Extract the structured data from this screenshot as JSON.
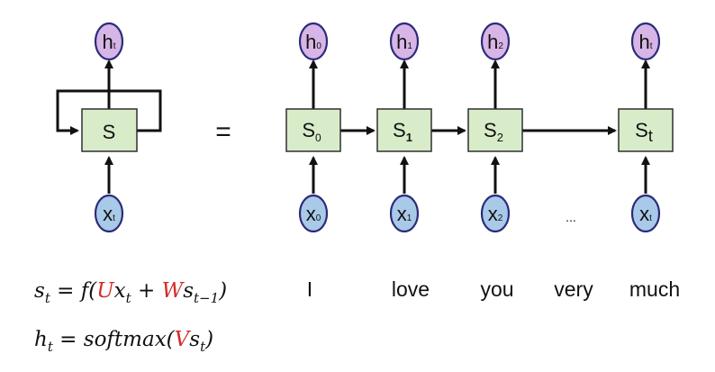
{
  "folded": {
    "output": {
      "main": "h",
      "sub": "t"
    },
    "state": {
      "main": "S",
      "sub": ""
    },
    "input": {
      "main": "x",
      "sub": "t"
    }
  },
  "equals": "=",
  "unrolled": [
    {
      "output": {
        "main": "h",
        "sub": "0"
      },
      "state": {
        "main": "S",
        "sub": "0"
      },
      "input": {
        "main": "x",
        "sub": "0"
      },
      "word": "I"
    },
    {
      "output": {
        "main": "h",
        "sub": "1"
      },
      "state": {
        "main": "S",
        "sub": "1"
      },
      "input": {
        "main": "x",
        "sub": "1"
      },
      "word": "love"
    },
    {
      "output": {
        "main": "h",
        "sub": "2"
      },
      "state": {
        "main": "S",
        "sub": "2"
      },
      "input": {
        "main": "x",
        "sub": "2"
      },
      "word": "you"
    },
    {
      "output": {
        "main": "h",
        "sub": "t"
      },
      "state": {
        "main": "S",
        "sub": "t"
      },
      "input": {
        "main": "x",
        "sub": "t"
      },
      "word": "much"
    }
  ],
  "gap_word": "very",
  "ellipsis": "...",
  "equations": {
    "state": {
      "lhs": "s",
      "lhs_sub": "t",
      "eq": " = ",
      "fn": "f(",
      "u": "U",
      "x": "x",
      "x_sub": "t",
      "plus": " + ",
      "w": "W",
      "s": "s",
      "s_sub": "t−1",
      "close": ")"
    },
    "output": {
      "lhs": "h",
      "lhs_sub": "t",
      "eq": " = ",
      "fn": "softmax(",
      "v": "V",
      "s": "s",
      "s_sub": "t",
      "close": ")"
    }
  },
  "colors": {
    "output_node": "#d7b5e6",
    "input_node": "#a9c9e8",
    "state_node": "#d8ecc9",
    "highlight": "#d42a2a"
  }
}
